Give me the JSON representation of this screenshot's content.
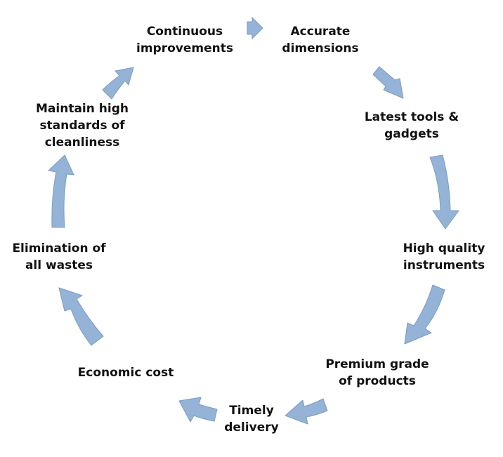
{
  "diagram": {
    "arrow_color": "#94b3d6",
    "arrow_edge_color": "#7c9cc2",
    "steps": [
      {
        "id": "accurate",
        "lines": [
          "Accurate",
          "dimensions"
        ]
      },
      {
        "id": "latest-tools",
        "lines": [
          "Latest tools &",
          "gadgets"
        ]
      },
      {
        "id": "high-quality",
        "lines": [
          "High quality",
          "instruments"
        ]
      },
      {
        "id": "premium-grade",
        "lines": [
          "Premium grade",
          "of products"
        ]
      },
      {
        "id": "timely-delivery",
        "lines": [
          "Timely",
          "delivery"
        ]
      },
      {
        "id": "economic-cost",
        "lines": [
          "Economic cost"
        ]
      },
      {
        "id": "elimination",
        "lines": [
          "Elimination of",
          "all wastes"
        ]
      },
      {
        "id": "cleanliness",
        "lines": [
          "Maintain high",
          "standards of",
          "cleanliness"
        ]
      },
      {
        "id": "continuous",
        "lines": [
          "Continuous",
          "improvements"
        ]
      }
    ]
  }
}
